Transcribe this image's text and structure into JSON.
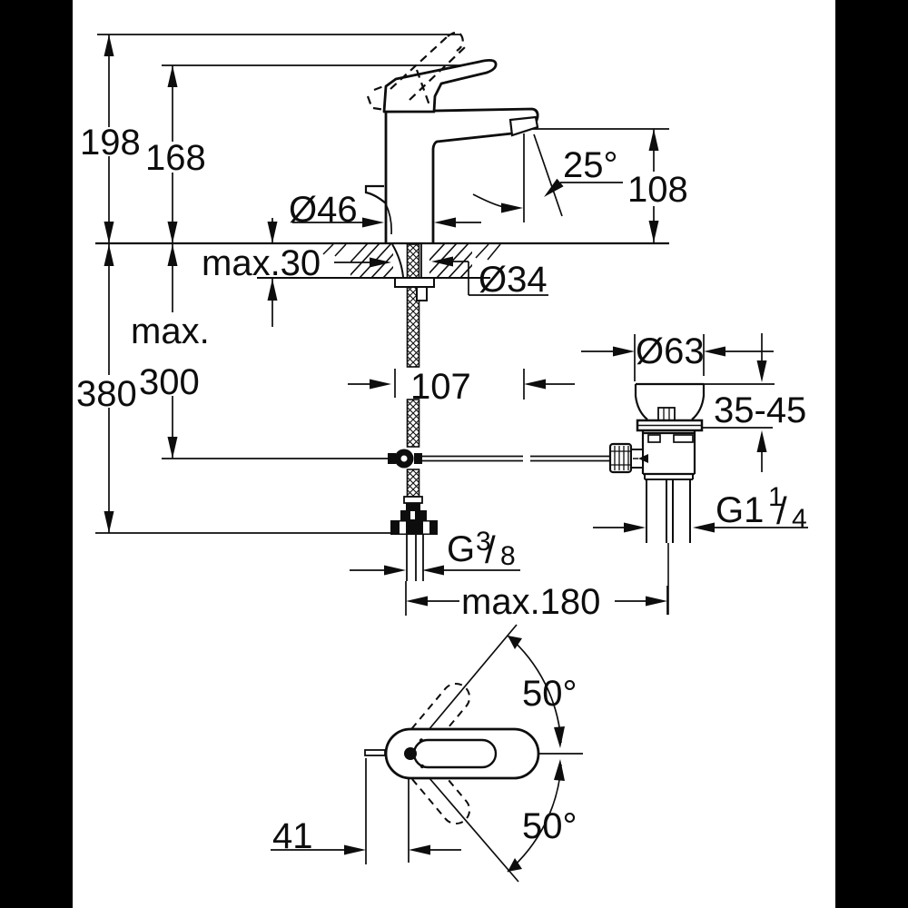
{
  "drawing": {
    "kind": "faucet installation dimension diagram",
    "views": [
      "side elevation with mounting hardware",
      "top view of handle swivel range"
    ]
  },
  "colors": {
    "line": "#0d0d0d",
    "background": "#ffffff",
    "side_bars": "#000000"
  },
  "labels": {
    "height_198": "198",
    "height_168": "168",
    "depth_380": "380",
    "depth_max_word": "max.",
    "depth_300": "300",
    "dia_body": "Ø46",
    "deck_max30": "max.30",
    "dia_hole": "Ø34",
    "reach_107": "107",
    "spray_angle": "25°",
    "spout_height": "108",
    "dia_waste": "Ø63",
    "deck_range_3545": "35-45",
    "waste_thread_base": "G1",
    "waste_thread_sup": "1",
    "waste_thread_slash": "/",
    "waste_thread_sub": "4",
    "hose_thread_base": "G",
    "hose_thread_sup": "3",
    "hose_thread_slash": "/",
    "hose_thread_sub": "8",
    "rod_reach_max180": "max.180",
    "handle_offset_41": "41",
    "swivel_top_50": "50°",
    "swivel_bottom_50": "50°"
  }
}
